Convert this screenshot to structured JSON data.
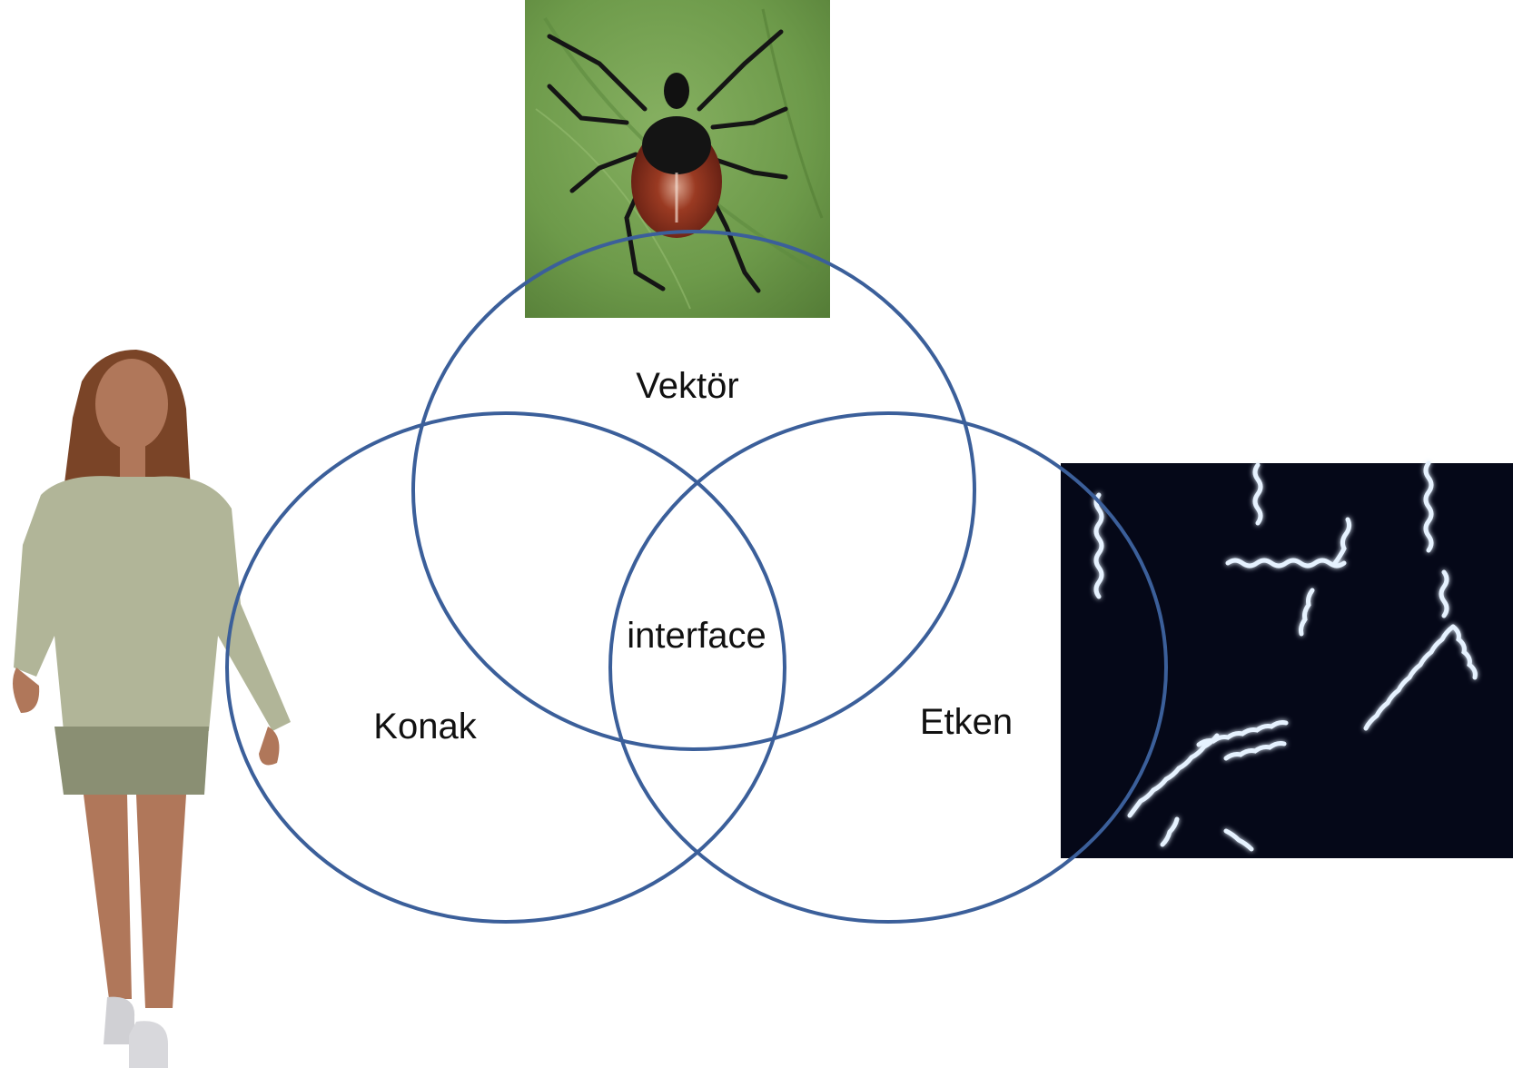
{
  "diagram": {
    "circles": [
      {
        "id": "vector",
        "label": "Vektör"
      },
      {
        "id": "host",
        "label": "Konak"
      },
      {
        "id": "pathogen",
        "label": "Etken"
      }
    ],
    "center_label": "interface",
    "circle_stroke_color": "#3b5f9a"
  },
  "images": [
    {
      "id": "tick",
      "kind": "photo",
      "depicts": "tick-photo"
    },
    {
      "id": "woman",
      "kind": "illustration",
      "depicts": "walking-woman-illustration"
    },
    {
      "id": "spirochetes",
      "kind": "micrograph",
      "depicts": "spirochete-micrograph"
    }
  ]
}
